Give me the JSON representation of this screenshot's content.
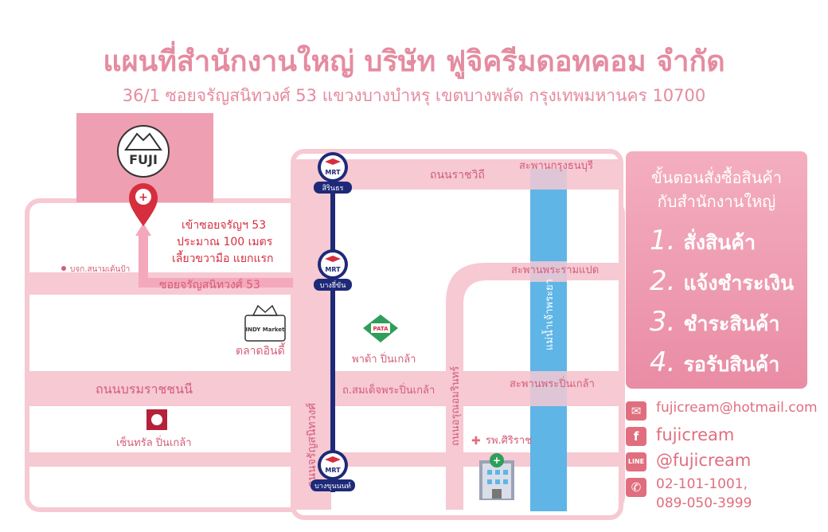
{
  "header": {
    "title": "แผนที่สำนักงานใหญ่ บริษัท ฟูจิครีมดอทคอม จำกัด",
    "address": "36/1 ซอยจรัญสนิทวงศ์ 53 แขวงบางบำหรุ เขตบางพลัด กรุงเทพมหานคร 10700"
  },
  "map": {
    "brand_logo": "FUJI",
    "direction_note": [
      "เข้าซอยจรัญฯ 53",
      "ประมาณ 100 เมตร",
      "เลี้ยวขวามือ แยกแรก"
    ],
    "roads": {
      "soi": "ซอยจรัญสนิทวงศ์ 53",
      "charan": "ถนนจรัญสนิทวงศ์",
      "borommaratchachonnani": "ถนนบรมราชชนนี",
      "somdet": "ถ.สมเด็จพระปิ่นเกล้า",
      "ratchawithi": "ถนนราชวิถี",
      "arun_amarin": "ถนนอรุณอมรินทร์"
    },
    "bridges": {
      "krungthon": "สะพานกรุงธนบุรี",
      "rama8": "สะพานพระรามแปด",
      "pinklao": "สะพานพระปิ่นเกล้า"
    },
    "river": "แม่น้ำเจ้าพระยา",
    "mrt_label": "MRT",
    "stations": [
      "สิรินธร",
      "บางยี่ขัน",
      "บางขุนนนท์"
    ],
    "places": {
      "marker_place": "บจก.สนามเด้นป้า",
      "indy_market_logo": "INDY Market",
      "indy_market": "ตลาดอินดี้",
      "pata_logo": "PATA",
      "pata": "พาต้า ปิ่นเกล้า",
      "central": "เซ็นทรัล ปิ่นเกล้า",
      "siriraj": "รพ.ศิริราช"
    }
  },
  "order_panel": {
    "heading": [
      "ขั้นตอนสั่งซื้อสินค้า",
      "กับสำนักงานใหญ่"
    ],
    "steps": [
      {
        "num": "1.",
        "label": "สั่งสินค้า"
      },
      {
        "num": "2.",
        "label": "แจ้งชำระเงิน"
      },
      {
        "num": "3.",
        "label": "ชำระสินค้า"
      },
      {
        "num": "4.",
        "label": "รอรับสินค้า"
      }
    ]
  },
  "contacts": {
    "email": "fujicream@hotmail.com",
    "facebook": "fujicream",
    "line": "@fujicream",
    "phone_lines": [
      "02-101-1001,",
      "089-050-3999"
    ],
    "icons": [
      "mail-icon",
      "facebook-icon",
      "line-icon",
      "phone-icon"
    ]
  },
  "colors": {
    "title_pink": "#e58ba0",
    "road_pink": "#f6c9d3",
    "office_block": "#ef9fb2",
    "road_label": "#d45c78",
    "river": "#5fb5e6",
    "mrt_line": "#1e2a78",
    "contact_red": "#e06e7e"
  }
}
